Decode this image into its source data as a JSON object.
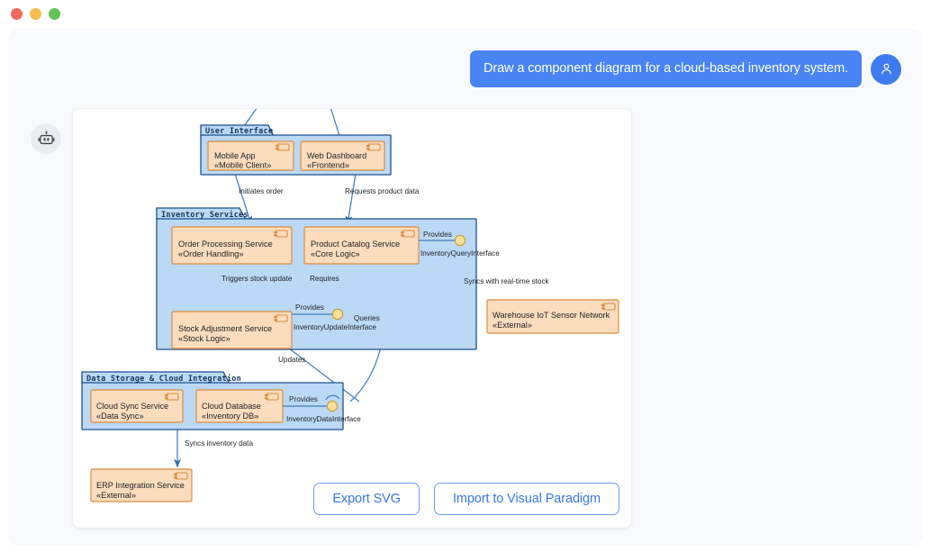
{
  "window": {
    "traffic_lights": [
      {
        "name": "close",
        "color": "#ED6A5E"
      },
      {
        "name": "minimize",
        "color": "#F4BE4F"
      },
      {
        "name": "maximize",
        "color": "#61C454"
      }
    ]
  },
  "chat": {
    "user_message": "Draw a component diagram for a cloud-based inventory system.",
    "user_avatar_icon": "user-icon",
    "bot_avatar_icon": "robot-icon",
    "bubble_color": "#4884F3"
  },
  "actions": {
    "export_label": "Export SVG",
    "import_label": "Import to Visual Paradigm",
    "accent_color": "#3B76EC"
  },
  "diagram": {
    "type": "uml-component-diagram",
    "colors": {
      "package_fill": "#BBD9F5",
      "package_stroke": "#1F4E8C",
      "component_fill": "#FBDCBC",
      "component_stroke": "#D98C3F",
      "edge_stroke": "#3D7FC1",
      "interface_fill": "#FAE09A",
      "interface_stroke": "#C9A13B"
    },
    "packages": [
      {
        "id": "pkg-ui",
        "label": "User Interface",
        "components": [
          {
            "id": "mobile-app",
            "name": "Mobile App",
            "stereotype": "«Mobile Client»"
          },
          {
            "id": "web-dashboard",
            "name": "Web Dashboard",
            "stereotype": "«Frontend»"
          }
        ]
      },
      {
        "id": "pkg-inventory",
        "label": "Inventory Services",
        "components": [
          {
            "id": "order-processing",
            "name": "Order Processing Service",
            "stereotype": "«Order Handling»"
          },
          {
            "id": "product-catalog",
            "name": "Product Catalog Service",
            "stereotype": "«Core Logic»"
          },
          {
            "id": "stock-adjustment",
            "name": "Stock Adjustment Service",
            "stereotype": "«Stock Logic»"
          }
        ]
      },
      {
        "id": "pkg-data",
        "label": "Data Storage & Cloud Integration",
        "components": [
          {
            "id": "cloud-sync",
            "name": "Cloud Sync Service",
            "stereotype": "«Data Sync»"
          },
          {
            "id": "cloud-db",
            "name": "Cloud Database",
            "stereotype": "«Inventory DB»"
          }
        ]
      }
    ],
    "external_components": [
      {
        "id": "warehouse-iot",
        "name": "Warehouse IoT Sensor Network",
        "stereotype": "«External»"
      },
      {
        "id": "erp-service",
        "name": "ERP Integration Service",
        "stereotype": "«External»"
      }
    ],
    "interfaces": [
      {
        "id": "iface-query",
        "name": "InventoryQueryInterface",
        "role": "Provides",
        "owner": "product-catalog"
      },
      {
        "id": "iface-update",
        "name": "InventoryUpdateInterface",
        "role": "Provides",
        "owner": "stock-adjustment"
      },
      {
        "id": "iface-data",
        "name": "InventoryDataInterface",
        "role": "Provides",
        "owner": "cloud-db"
      }
    ],
    "edges": [
      {
        "id": "edge-initiates",
        "label": "Initiates order",
        "from": "mobile-app",
        "to": "order-processing"
      },
      {
        "id": "edge-requests",
        "label": "Requests product data",
        "from": "web-dashboard",
        "to": "product-catalog"
      },
      {
        "id": "edge-triggers",
        "label": "Triggers stock update",
        "from": "order-processing",
        "to": "stock-adjustment"
      },
      {
        "id": "edge-requires",
        "label": "Requires",
        "from": "order-processing",
        "to": "iface-update"
      },
      {
        "id": "edge-queries",
        "label": "Queries",
        "from": "product-catalog",
        "to": "iface-data"
      },
      {
        "id": "edge-syncs",
        "label": "Syncs with real-time stock",
        "from": "product-catalog",
        "to": "warehouse-iot"
      },
      {
        "id": "edge-updates",
        "label": "Updates",
        "from": "stock-adjustment",
        "to": "iface-data"
      },
      {
        "id": "edge-syncinv",
        "label": "Syncs inventory data",
        "from": "cloud-sync",
        "to": "erp-service"
      }
    ],
    "interface_roles": {
      "provides": "Provides",
      "requires": "Requires"
    }
  }
}
